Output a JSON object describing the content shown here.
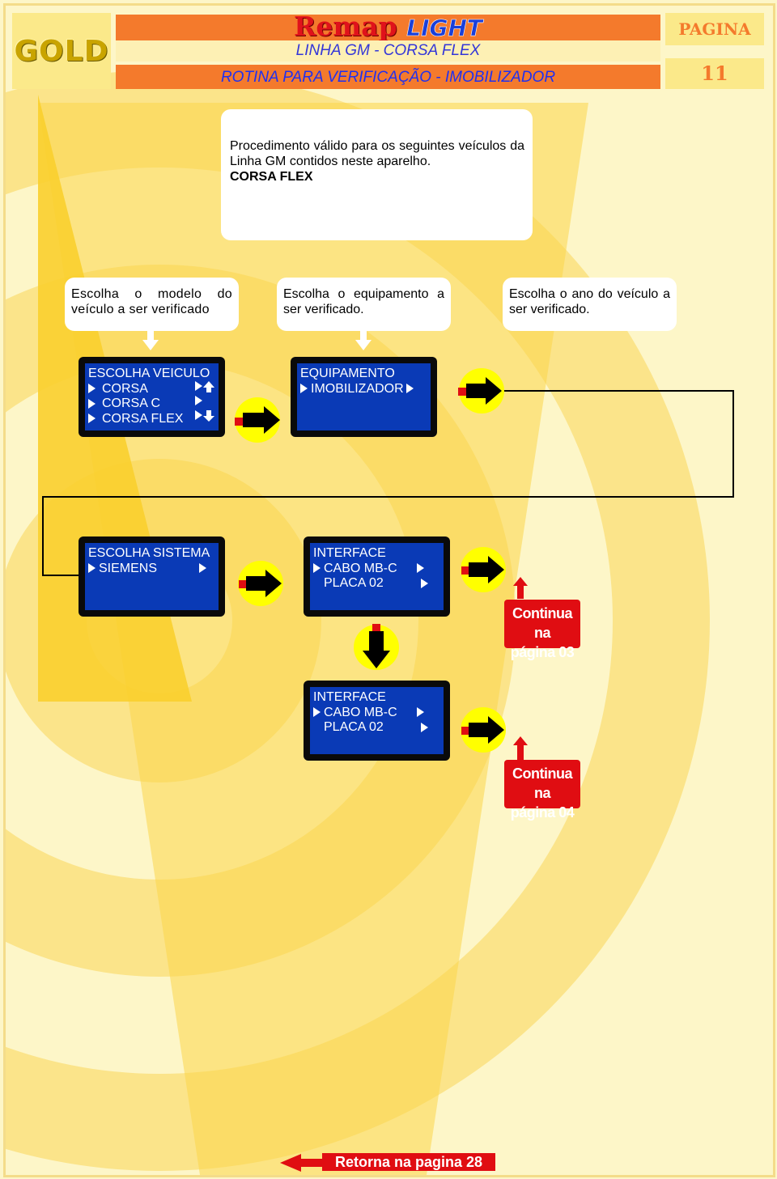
{
  "header": {
    "logo": "GOLD",
    "brand_remap": "Remap",
    "brand_light": "LIGHT",
    "subtitle": "LINHA GM - CORSA  FLEX",
    "routine": "ROTINA PARA VERIFICAÇÃO -  IMOBILIZADOR",
    "page_label": "PAGINA",
    "page_number": "11"
  },
  "intro": {
    "text": "Procedimento válido para os seguintes veículos da Linha GM  contidos neste aparelho.",
    "vehicle": "CORSA FLEX"
  },
  "instructions": [
    "Escolha o modelo do veículo a ser verificado",
    "Escolha o equipamento a ser verificado.",
    "Escolha o ano do veículo a ser verificado."
  ],
  "screens": {
    "vehicle": {
      "title": "ESCOLHA VEICULO",
      "items": [
        "CORSA",
        "CORSA C",
        "CORSA FLEX"
      ]
    },
    "equipment": {
      "title": "EQUIPAMENTO",
      "items": [
        "IMOBILIZADOR"
      ]
    },
    "system": {
      "title": "ESCOLHA SISTEMA",
      "items": [
        "SIEMENS"
      ]
    },
    "interface1": {
      "title": "INTERFACE",
      "items": [
        "CABO MB-C",
        "PLACA 02"
      ]
    },
    "interface2": {
      "title": "INTERFACE",
      "items": [
        "CABO MB-C",
        "PLACA 02"
      ]
    }
  },
  "continues": [
    {
      "line1": "Continua na",
      "line2": "página 03"
    },
    {
      "line1": "Continua na",
      "line2": "página 04"
    }
  ],
  "footer": {
    "return_label": "Retorna na pagina 28"
  },
  "colors": {
    "orange": "#f47a2c",
    "lcd_blue": "#0a3ab6",
    "red": "#e00d12",
    "yellow": "#fdf6c8"
  }
}
